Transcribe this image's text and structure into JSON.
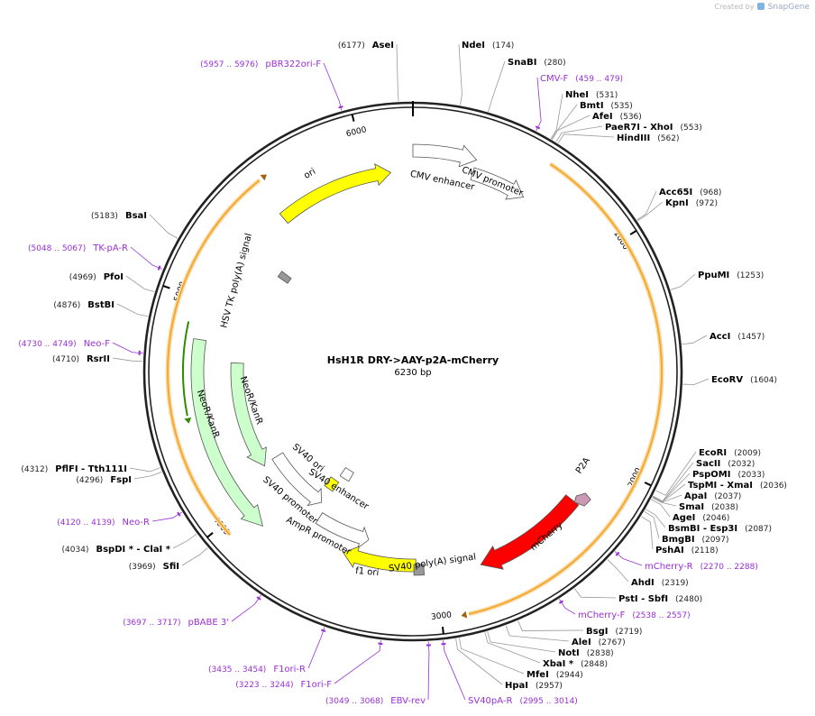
{
  "credit": {
    "prefix": "Created by",
    "brand": "SnapGene"
  },
  "plasmid": {
    "name": "HsH1R DRY->AAY-p2A-mCherry",
    "size_label": "6230 bp",
    "length": 6230
  },
  "ticks": [
    "1000",
    "2000",
    "3000",
    "4000",
    "5000",
    "6000"
  ],
  "sites": [
    {
      "name": "AseI",
      "pos": "(6177)",
      "bp": 6177,
      "side": "L"
    },
    {
      "name": "NdeI",
      "pos": "(174)",
      "bp": 174,
      "side": "R"
    },
    {
      "name": "SnaBI",
      "pos": "(280)",
      "bp": 280,
      "side": "R"
    },
    {
      "name": "NheI",
      "pos": "(531)",
      "bp": 531,
      "side": "R"
    },
    {
      "name": "BmtI",
      "pos": "(535)",
      "bp": 535,
      "side": "R"
    },
    {
      "name": "AfeI",
      "pos": "(536)",
      "bp": 536,
      "side": "R"
    },
    {
      "name": "PaeR7I  - XhoI",
      "pos": "(553)",
      "bp": 553,
      "side": "R"
    },
    {
      "name": "HindIII",
      "pos": "(562)",
      "bp": 562,
      "side": "R"
    },
    {
      "name": "Acc65I",
      "pos": "(968)",
      "bp": 968,
      "side": "R"
    },
    {
      "name": "KpnI",
      "pos": "(972)",
      "bp": 972,
      "side": "R"
    },
    {
      "name": "PpuMI",
      "pos": "(1253)",
      "bp": 1253,
      "side": "R"
    },
    {
      "name": "AccI",
      "pos": "(1457)",
      "bp": 1457,
      "side": "R"
    },
    {
      "name": "EcoRV",
      "pos": "(1604)",
      "bp": 1604,
      "side": "R"
    },
    {
      "name": "EcoRI",
      "pos": "(2009)",
      "bp": 2009,
      "side": "R"
    },
    {
      "name": "SacII",
      "pos": "(2032)",
      "bp": 2032,
      "side": "R"
    },
    {
      "name": "PspOMI",
      "pos": "(2033)",
      "bp": 2033,
      "side": "R"
    },
    {
      "name": "TspMI  - XmaI",
      "pos": "(2036)",
      "bp": 2036,
      "side": "R"
    },
    {
      "name": "ApaI",
      "pos": "(2037)",
      "bp": 2037,
      "side": "R"
    },
    {
      "name": "SmaI",
      "pos": "(2038)",
      "bp": 2038,
      "side": "R"
    },
    {
      "name": "AgeI",
      "pos": "(2046)",
      "bp": 2046,
      "side": "R"
    },
    {
      "name": "BsmBI  - Esp3I",
      "pos": "(2087)",
      "bp": 2087,
      "side": "R"
    },
    {
      "name": "BmgBI",
      "pos": "(2097)",
      "bp": 2097,
      "side": "R"
    },
    {
      "name": "PshAI",
      "pos": "(2118)",
      "bp": 2118,
      "side": "R"
    },
    {
      "name": "AhdI",
      "pos": "(2319)",
      "bp": 2319,
      "side": "R"
    },
    {
      "name": "PstI  - SbfI",
      "pos": "(2480)",
      "bp": 2480,
      "side": "R"
    },
    {
      "name": "BsgI",
      "pos": "(2719)",
      "bp": 2719,
      "side": "R"
    },
    {
      "name": "AleI",
      "pos": "(2767)",
      "bp": 2767,
      "side": "R"
    },
    {
      "name": "NotI",
      "pos": "(2838)",
      "bp": 2838,
      "side": "R"
    },
    {
      "name": "XbaI *",
      "pos": "(2848)",
      "bp": 2848,
      "side": "R"
    },
    {
      "name": "MfeI",
      "pos": "(2944)",
      "bp": 2944,
      "side": "R"
    },
    {
      "name": "HpaI",
      "pos": "(2957)",
      "bp": 2957,
      "side": "R"
    },
    {
      "name": "SfiI",
      "pos": "(3969)",
      "bp": 3969,
      "side": "L"
    },
    {
      "name": "BspDI *  - ClaI *",
      "pos": "(4034)",
      "bp": 4034,
      "side": "L"
    },
    {
      "name": "FspI",
      "pos": "(4296)",
      "bp": 4296,
      "side": "L"
    },
    {
      "name": "PflFI  - Tth111I",
      "pos": "(4312)",
      "bp": 4312,
      "side": "L"
    },
    {
      "name": "RsrII",
      "pos": "(4710)",
      "bp": 4710,
      "side": "L"
    },
    {
      "name": "BstBI",
      "pos": "(4876)",
      "bp": 4876,
      "side": "L"
    },
    {
      "name": "PfoI",
      "pos": "(4969)",
      "bp": 4969,
      "side": "L"
    },
    {
      "name": "BsaI",
      "pos": "(5183)",
      "bp": 5183,
      "side": "L"
    }
  ],
  "primers": [
    {
      "name": "pBR322ori-F",
      "range": "(5957 .. 5976)",
      "bp": 5966,
      "side": "L"
    },
    {
      "name": "CMV-F",
      "range": "(459 .. 479)",
      "bp": 469,
      "side": "R"
    },
    {
      "name": "TK-pA-R",
      "range": "(5048 .. 5067)",
      "bp": 5057,
      "side": "L"
    },
    {
      "name": "Neo-F",
      "range": "(4730 .. 4749)",
      "bp": 4740,
      "side": "L"
    },
    {
      "name": "Neo-R",
      "range": "(4120 .. 4139)",
      "bp": 4130,
      "side": "L"
    },
    {
      "name": "pBABE 3'",
      "range": "(3697 .. 3717)",
      "bp": 3707,
      "side": "L"
    },
    {
      "name": "F1ori-R",
      "range": "(3435 .. 3454)",
      "bp": 3445,
      "side": "L"
    },
    {
      "name": "F1ori-F",
      "range": "(3223 .. 3244)",
      "bp": 3233,
      "side": "L"
    },
    {
      "name": "EBV-rev",
      "range": "(3049 .. 3068)",
      "bp": 3058,
      "side": "L"
    },
    {
      "name": "SV40pA-R",
      "range": "(2995 .. 3014)",
      "bp": 3004,
      "side": "R"
    },
    {
      "name": "mCherry-F",
      "range": "(2538 .. 2557)",
      "bp": 2548,
      "side": "R"
    },
    {
      "name": "mCherry-R",
      "range": "(2270 .. 2288)",
      "bp": 2279,
      "side": "R"
    }
  ],
  "features": [
    {
      "name": "CMV enhancer",
      "label": "CMV enhancer",
      "color": "#ffffff"
    },
    {
      "name": "CMV promoter",
      "label": "CMV promoter",
      "color": "#ffffff"
    },
    {
      "name": "ori",
      "label": "ori",
      "color": "#ffff00"
    },
    {
      "name": "HSV TK poly(A) signal",
      "label": "HSV TK poly(A) signal",
      "color": "#999999"
    },
    {
      "name": "NeoR/KanR outer",
      "label": "NeoR/KanR",
      "color": "#ccffcc"
    },
    {
      "name": "NeoR/KanR inner",
      "label": "NeoR/KanR",
      "color": "#ccffcc"
    },
    {
      "name": "SV40 ori",
      "label": "SV40 ori",
      "color": "#ffff00"
    },
    {
      "name": "SV40 enhancer",
      "label": "SV40 enhancer",
      "color": "#ffffff"
    },
    {
      "name": "SV40 promoter",
      "label": "SV40 promoter",
      "color": "#ffffff"
    },
    {
      "name": "AmpR promoter",
      "label": "AmpR promoter",
      "color": "#ffffff"
    },
    {
      "name": "f1 ori",
      "label": "f1 ori",
      "color": "#ffff00"
    },
    {
      "name": "SV40 poly(A) signal",
      "label": "SV40 poly(A) signal",
      "color": "#999999"
    },
    {
      "name": "mCherry",
      "label": "mCherry",
      "color": "#ff0000"
    },
    {
      "name": "P2A",
      "label": "P2A",
      "color": "#cc99b2"
    }
  ],
  "colors": {
    "backbone": "#222222",
    "site_text": "#000000",
    "pos_text": "#222222",
    "primer": "#9a2fd6",
    "orf": "#f5a623",
    "orf_dark": "#6b4b00",
    "neo_orf": "#2e8b00"
  }
}
